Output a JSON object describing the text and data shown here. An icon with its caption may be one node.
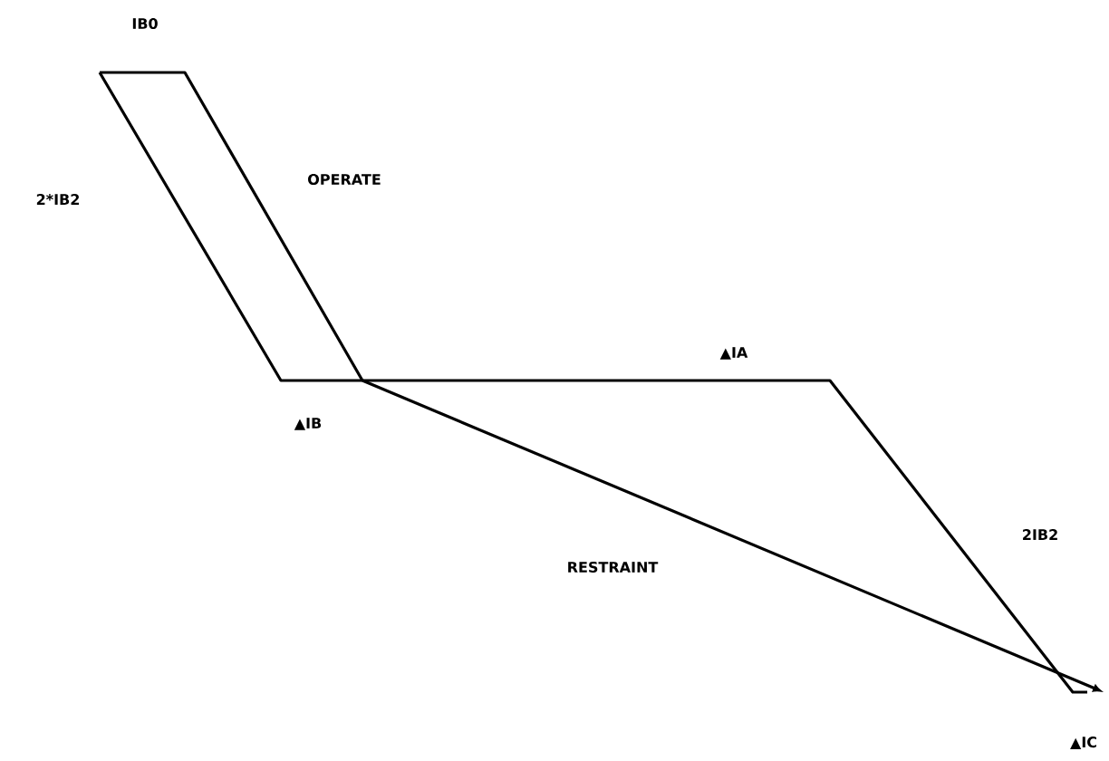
{
  "diagram": {
    "labels": [
      "IB0",
      "2*IB2",
      "OPERATE",
      "▲IA",
      "▲IB",
      "RESTRAINT",
      "2IB2",
      "▲IC"
    ]
  }
}
